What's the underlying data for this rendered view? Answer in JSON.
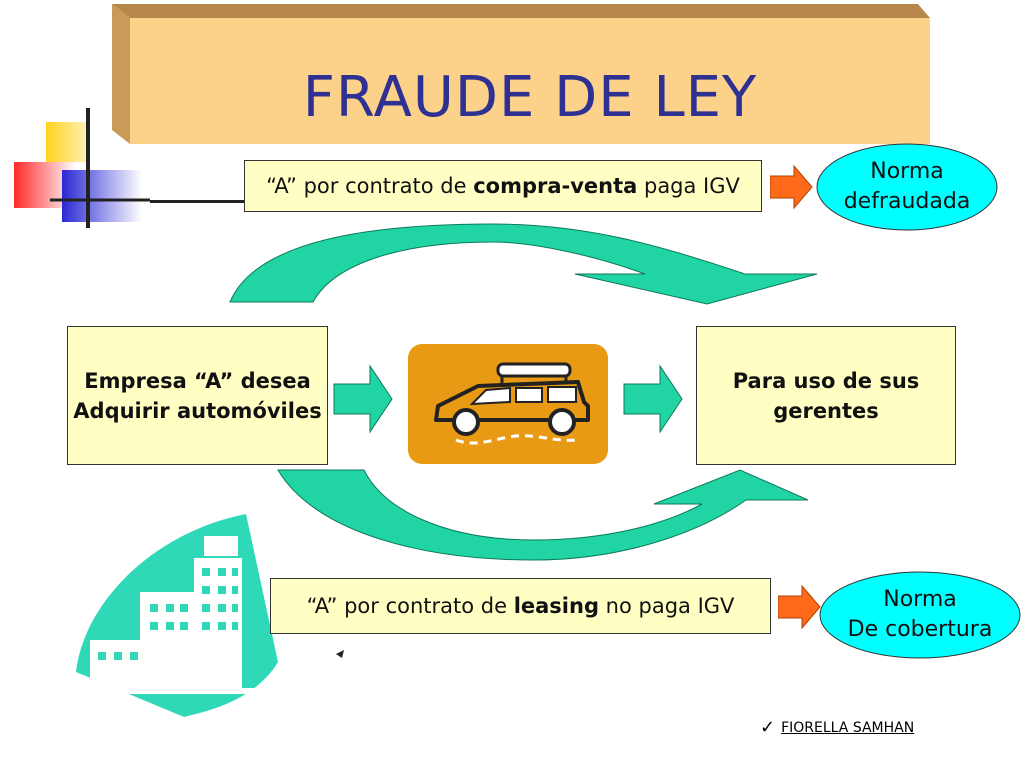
{
  "title": "FRAUDE DE LEY",
  "top_statement": {
    "prefix": "“A” por contrato de ",
    "emphasis": "compra-venta",
    "suffix": " paga IGV"
  },
  "top_outcome": {
    "line1": "Norma",
    "line2": "defraudada"
  },
  "left_box": {
    "line1": "Empresa “A” desea",
    "line2": "Adquirir automóviles"
  },
  "right_box": {
    "line1": "Para uso de sus",
    "line2": "gerentes"
  },
  "bottom_statement": {
    "prefix": "“A” por contrato de ",
    "emphasis": "leasing",
    "suffix": " no paga IGV"
  },
  "bottom_outcome": {
    "line1": "Norma",
    "line2": "De cobertura"
  },
  "footer": {
    "check": "✓",
    "author": "FIORELLA SAMHAN"
  },
  "colors": {
    "title_text": "#2e3192",
    "title_box": "#fcd28a",
    "box_fill": "#ffffc4",
    "ellipse_fill": "#00ffff",
    "curved_arrow": "#21d4a4",
    "small_arrow": "#ff6a1a",
    "car_badge": "#e89a14",
    "building": "#2fd9b8"
  }
}
